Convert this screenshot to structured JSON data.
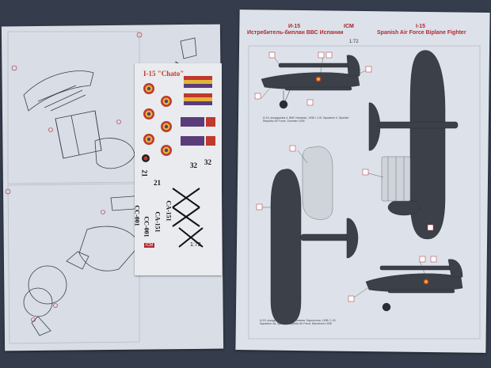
{
  "instruction_sheet": {
    "title_ru_model": "И-15",
    "title_en_model": "I-15",
    "title_ru": "Истребитель-биплан ВВС Испании",
    "title_en": "Spanish Air Force Biplane Fighter",
    "brand": "ICM",
    "scale": "1:72",
    "caption_top": "И-15, эскадрилья 4, ВВС Испании, 1936 / I-15, Squadron 4, Spanish Republic Air Force, Summer 1936",
    "caption_bottom": "И-15, эскадрилья 4a, ВВС Испании, Барселона, 1938 / I-15, Squadron 4a, Spanish Republic Air Force, Barcelona 1938"
  },
  "decal_sheet": {
    "name": "I-15 \"Chato\"",
    "scale": "1:72",
    "brand": "ICM",
    "codes": [
      "32",
      "32",
      "21",
      "21",
      "CA-151",
      "CA-151",
      "CC-001",
      "CC-001"
    ]
  },
  "colors": {
    "table": "#353d4c",
    "paper": "#dde2ea",
    "aircraft": "#3c4048",
    "red_callout": "#b02a30",
    "roundel_red": "#c0392b",
    "roundel_yellow": "#e2b43a",
    "flag_purple": "#5a3c7a"
  }
}
